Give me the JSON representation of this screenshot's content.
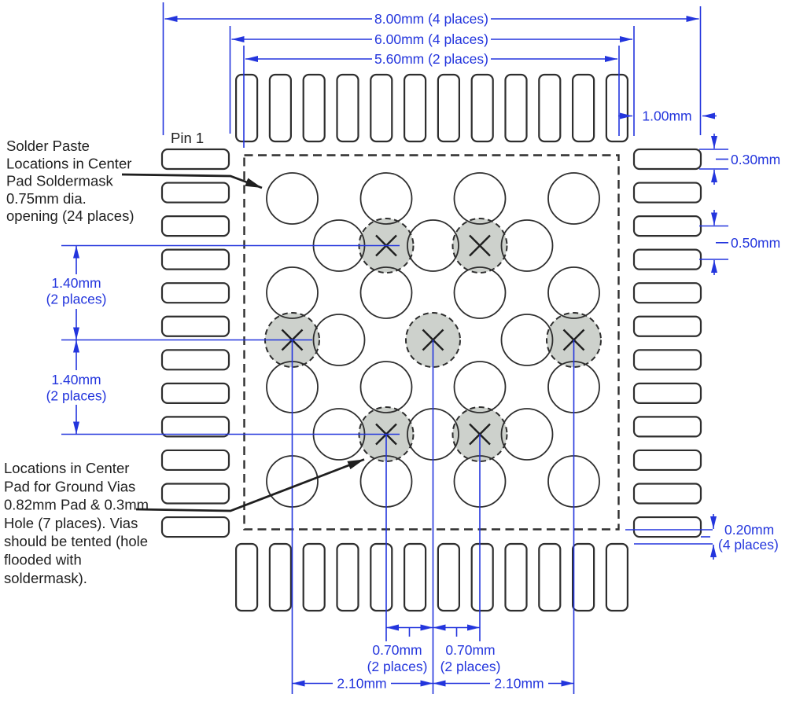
{
  "dimensions": {
    "overall": "8.00mm (4 places)",
    "inner_span": "6.00mm (4 places)",
    "center_pad": "5.60mm (2 places)",
    "pad_length": "1.00mm",
    "pad_width": "0.30mm",
    "pad_pitch": "0.50mm",
    "pad_gap": "0.20mm",
    "pad_gap_places": "(4 places)",
    "via_row_upper": "1.40mm",
    "via_row_upper_places": "(2 places)",
    "via_row_lower": "1.40mm",
    "via_row_lower_places": "(2 places)",
    "via_col_left": "0.70mm",
    "via_col_left_places": "(2 places)",
    "via_col_right": "0.70mm",
    "via_col_right_places": "(2 places)",
    "via_span_left": "2.10mm",
    "via_span_right": "2.10mm"
  },
  "labels": {
    "pin1": "Pin 1"
  },
  "annotations": {
    "solder_paste_note": {
      "lines": [
        "Solder Paste",
        "Locations in Center",
        "Pad Soldermask",
        "0.75mm dia.",
        "opening (24 places)"
      ]
    },
    "ground_via_note": {
      "lines": [
        "Locations in Center",
        "Pad for Ground Vias",
        "0.82mm Pad & 0.3mm",
        "Hole (7 places). Vias",
        "should be tented (hole",
        "flooded with",
        "soldermask)."
      ]
    }
  },
  "colors": {
    "dimension_blue": "#2335dd",
    "line_black": "#2e2e2e",
    "via_fill": "#cdd1cc"
  }
}
